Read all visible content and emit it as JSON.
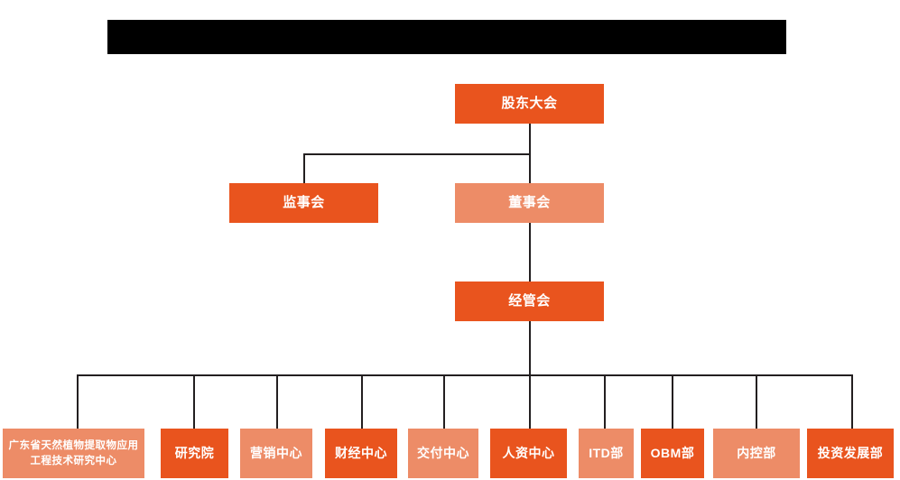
{
  "chart": {
    "type": "org-chart",
    "title_bar": {
      "label": "",
      "redacted": true,
      "color": "#000000"
    },
    "colors": {
      "dark_orange": "#E9541E",
      "light_orange": "#ED8C67",
      "connector": "#231f20",
      "background": "#ffffff",
      "text": "#ffffff"
    },
    "levels": [
      {
        "level": 1,
        "nodes": [
          {
            "id": "shareholders",
            "label": "股东大会",
            "shade": "dark"
          }
        ]
      },
      {
        "level": 2,
        "nodes": [
          {
            "id": "supervisors",
            "label": "监事会",
            "shade": "dark"
          },
          {
            "id": "directors",
            "label": "董事会",
            "shade": "light"
          }
        ]
      },
      {
        "level": 3,
        "nodes": [
          {
            "id": "management",
            "label": "经管会",
            "shade": "dark"
          }
        ]
      },
      {
        "level": 4,
        "nodes": [
          {
            "id": "research-center",
            "label": "广东省天然植物提取物应用工程技术研究中心",
            "shade": "light"
          },
          {
            "id": "institute",
            "label": "研究院",
            "shade": "dark"
          },
          {
            "id": "marketing-center",
            "label": "营销中心",
            "shade": "light"
          },
          {
            "id": "finance-center",
            "label": "财经中心",
            "shade": "dark"
          },
          {
            "id": "delivery-center",
            "label": "交付中心",
            "shade": "light"
          },
          {
            "id": "hr-center",
            "label": "人资中心",
            "shade": "dark"
          },
          {
            "id": "itd-dept",
            "label": "ITD部",
            "shade": "light"
          },
          {
            "id": "obm-dept",
            "label": "OBM部",
            "shade": "dark"
          },
          {
            "id": "internal-control-dept",
            "label": "内控部",
            "shade": "light"
          },
          {
            "id": "investment-development-dept",
            "label": "投资发展部",
            "shade": "dark"
          }
        ]
      }
    ]
  }
}
